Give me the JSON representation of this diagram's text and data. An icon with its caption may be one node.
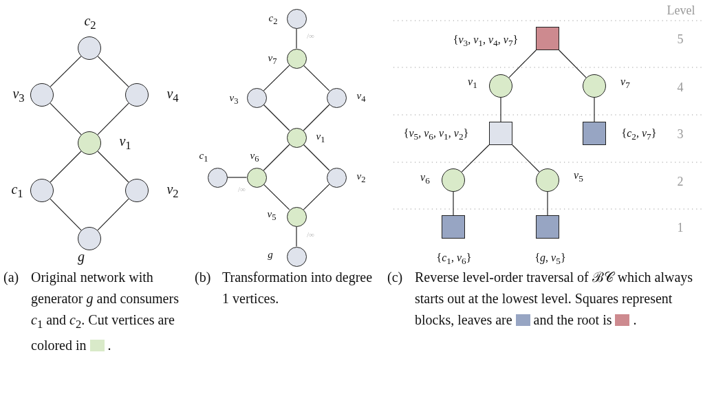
{
  "diagram": {
    "nodes": [
      {
        "text": [
          "*c*$_{2}$"
        ]
      },
      {
        "text": [
          "*v*$_{3}$"
        ]
      },
      {
        "text": [
          "*v*$_{4}$"
        ]
      },
      {
        "text": [
          "*v*$_{1}$"
        ]
      },
      {
        "text": [
          "*c*$_{1}$"
        ]
      },
      {
        "text": [
          "*v*$_{2}$"
        ]
      },
      {
        "text": [
          "*g*"
        ]
      },
      {
        "text": [
          "*c*$_{2}$"
        ]
      },
      {
        "text": [
          "*v*$_{7}$"
        ]
      },
      {
        "text": [
          "*v*$_{3}$"
        ]
      },
      {
        "text": [
          "*v*$_{4}$"
        ]
      },
      {
        "text": [
          "*v*$_{1}$"
        ]
      },
      {
        "text": [
          "*c*$_{1}$"
        ]
      },
      {
        "text": [
          "*v*$_{6}$"
        ]
      },
      {
        "text": [
          "*v*$_{2}$"
        ]
      },
      {
        "text": [
          "*v*$_{5}$"
        ]
      },
      {
        "text": [
          "*g*"
        ]
      },
      {
        "text": [
          "{*v*$_{3}$, *v*$_{1}$, *v*$_{4}$, *v*$_{7}$}"
        ]
      },
      {
        "text": [
          "*v*$_{1}$"
        ]
      },
      {
        "text": [
          "*v*$_{7}$"
        ]
      },
      {
        "text": [
          "{*v*$_{5}$, *v*$_{6}$, *v*$_{1}$, *v*$_{2}$}"
        ]
      },
      {
        "text": [
          "{*c*$_{2}$, *v*$_{7}$}"
        ]
      },
      {
        "text": [
          "*v*$_{6}$"
        ]
      },
      {
        "text": [
          "*v*$_{5}$"
        ]
      },
      {
        "text": [
          "{*c*$_{1}$, *v*$_{6}$}"
        ]
      },
      {
        "text": [
          "{*g*, *v*$_{5}$}"
        ]
      }
    ],
    "edges": [
      {
        "from": 0,
        "to": 1,
        "arrow": "none"
      },
      {
        "from": 0,
        "to": 2,
        "arrow": "none"
      },
      {
        "from": 1,
        "to": 3,
        "arrow": "none"
      },
      {
        "from": 2,
        "to": 3,
        "arrow": "none"
      },
      {
        "from": 3,
        "to": 4,
        "arrow": "none"
      },
      {
        "from": 3,
        "to": 5,
        "arrow": "none"
      },
      {
        "from": 4,
        "to": 6,
        "arrow": "none"
      },
      {
        "from": 5,
        "to": 6,
        "arrow": "none"
      },
      {
        "from": 7,
        "to": 8,
        "arrow": "none",
        "label": "/∞"
      },
      {
        "from": 8,
        "to": 9,
        "arrow": "none"
      },
      {
        "from": 8,
        "to": 10,
        "arrow": "none"
      },
      {
        "from": 9,
        "to": 11,
        "arrow": "none"
      },
      {
        "from": 10,
        "to": 11,
        "arrow": "none"
      },
      {
        "from": 11,
        "to": 13,
        "arrow": "none"
      },
      {
        "from": 11,
        "to": 14,
        "arrow": "none"
      },
      {
        "from": 12,
        "to": 13,
        "arrow": "none",
        "label": "/∞"
      },
      {
        "from": 13,
        "to": 15,
        "arrow": "none"
      },
      {
        "from": 14,
        "to": 15,
        "arrow": "none"
      },
      {
        "from": 15,
        "to": 16,
        "arrow": "none",
        "label": "/∞"
      },
      {
        "from": 17,
        "to": 18,
        "arrow": "none"
      },
      {
        "from": 17,
        "to": 19,
        "arrow": "none"
      },
      {
        "from": 18,
        "to": 20,
        "arrow": "none"
      },
      {
        "from": 19,
        "to": 21,
        "arrow": "none"
      },
      {
        "from": 20,
        "to": 22,
        "arrow": "none"
      },
      {
        "from": 20,
        "to": 23,
        "arrow": "none"
      },
      {
        "from": 22,
        "to": 24,
        "arrow": "none"
      },
      {
        "from": 23,
        "to": 25,
        "arrow": "none"
      }
    ],
    "labels": [
      "Level",
      "5",
      "4",
      "3",
      "2",
      "1",
      "(a)",
      "Original network with generator *g* and consumers *c*$_{1}$ and *c*$_{2}$.",
      ".",
      "(b)",
      "Transformation into degree 1 vertices.",
      "(c)",
      "Reverse level-order traversal of ℬ𝒞 which always starts out at the lowest level.",
      "."
    ],
    "legend": [
      {
        "text": "Cut vertices are colored in",
        "color": "#d9eac9"
      },
      {
        "text": "Squares represent blocks, leaves are",
        "color": "#97a5c3"
      },
      {
        "text": "and the root is",
        "color": "#cd8a8f"
      }
    ]
  }
}
